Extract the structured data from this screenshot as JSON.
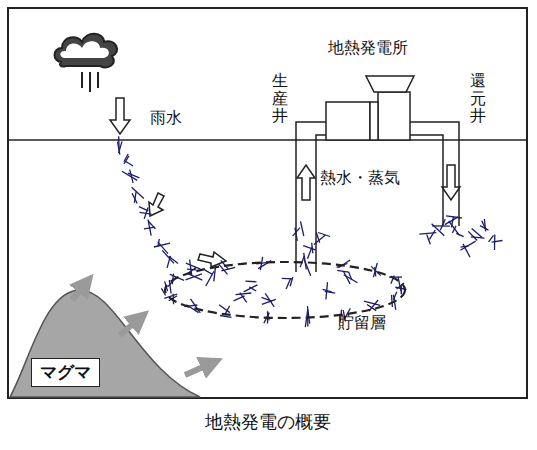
{
  "diagram": {
    "caption": "地熱発電の概要",
    "nodes": [
      {
        "text": [
          "マグマ"
        ]
      }
    ],
    "labels": [
      "地熱発電所",
      "生産井",
      "還元井",
      "雨水",
      "熱水・蒸気",
      "貯留層"
    ]
  }
}
